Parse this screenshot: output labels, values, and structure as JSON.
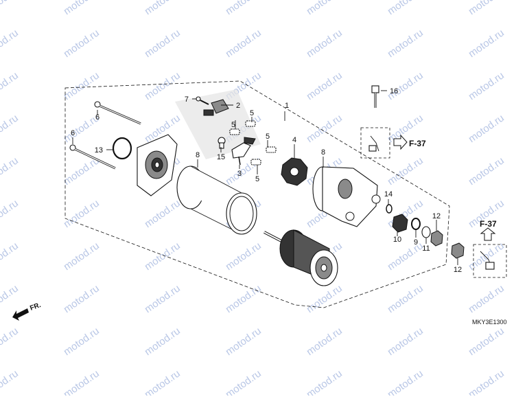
{
  "watermark": {
    "text": "motod.ru",
    "color": "#b9c7e6"
  },
  "diagram": {
    "code": "MKY3E1300",
    "direction_label": "FR.",
    "cross_ref_1": "F-37",
    "cross_ref_2": "F-37"
  },
  "callouts": {
    "c1": "1",
    "c2": "2",
    "c3": "3",
    "c4": "4",
    "c5a": "5",
    "c5b": "5",
    "c5c": "5",
    "c5d": "5",
    "c6a": "6",
    "c6b": "6",
    "c7": "7",
    "c8a": "8",
    "c8b": "8",
    "c9": "9",
    "c10": "10",
    "c11": "11",
    "c12a": "12",
    "c12b": "12",
    "c13": "13",
    "c14": "14",
    "c15": "15",
    "c16": "16"
  }
}
